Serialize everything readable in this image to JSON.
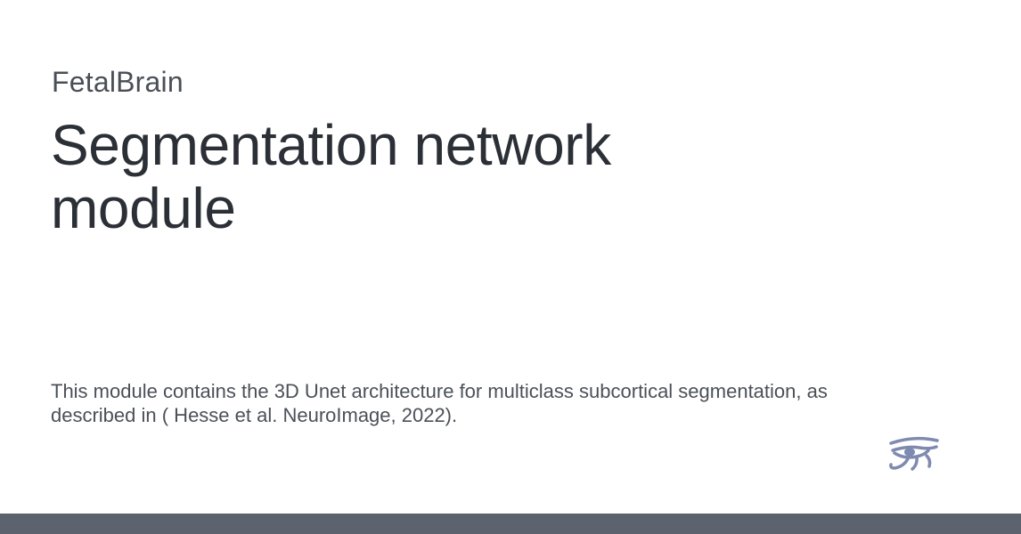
{
  "card": {
    "project_name": "FetalBrain",
    "title": "Segmentation network module",
    "description": "This module contains the 3D Unet architecture for multiclass subcortical segmentation, as described in ( Hesse et al. NeuroImage, 2022).",
    "logo_icon": "eye-of-horus-icon"
  },
  "colors": {
    "background": "#ffffff",
    "title": "#2b2f36",
    "text": "#4b5058",
    "logo": "#7f8ab0",
    "footer_bar": "#5c636e"
  }
}
